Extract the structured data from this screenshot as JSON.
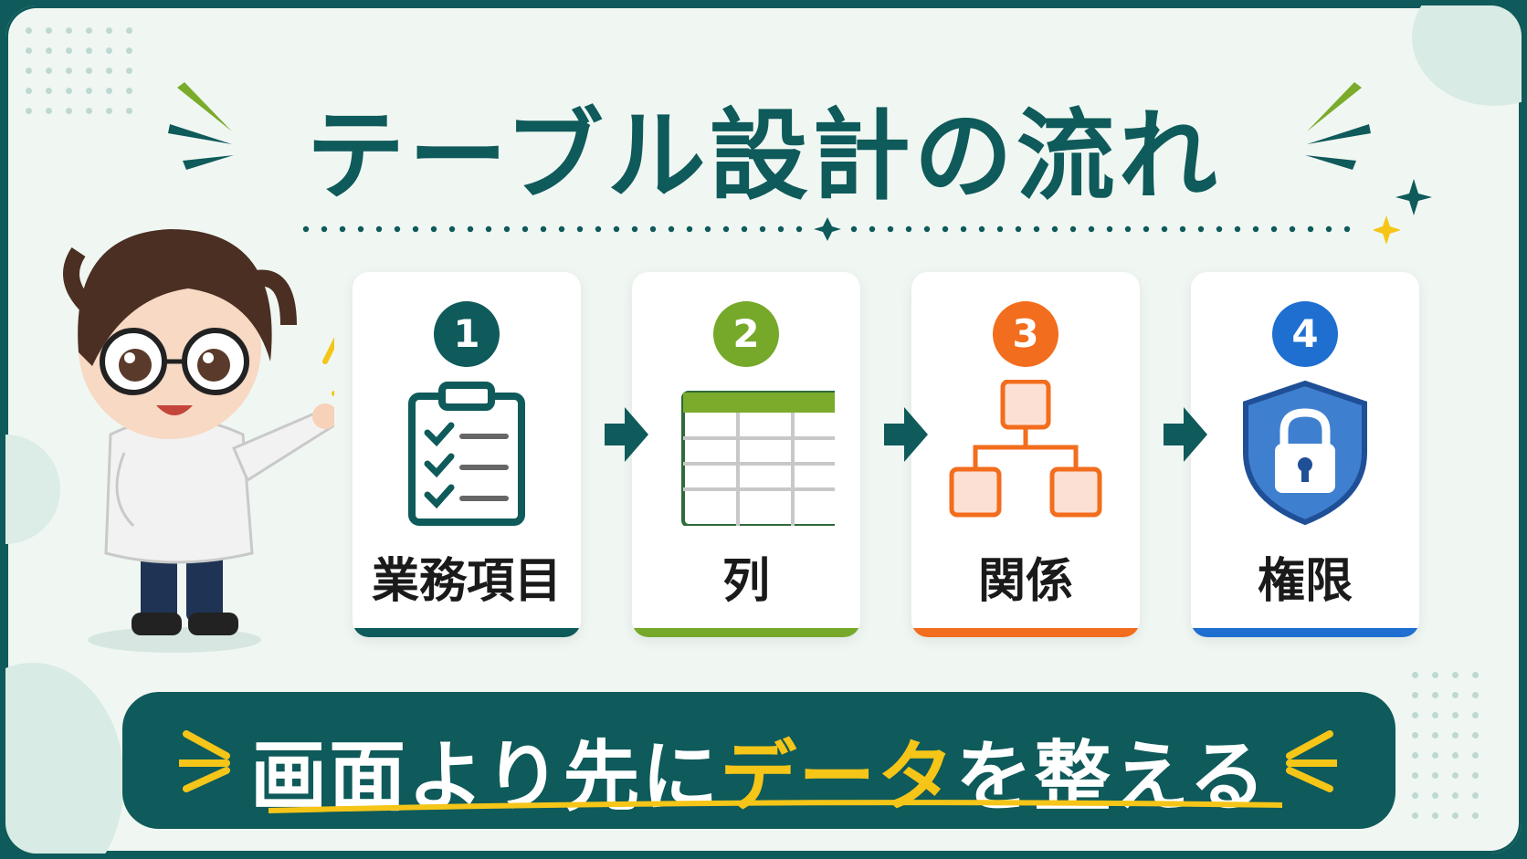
{
  "title": "テーブル設計の流れ",
  "steps": [
    {
      "number": "1",
      "label": "業務項目",
      "icon": "clipboard-checklist-icon",
      "color": "#0f5a5a"
    },
    {
      "number": "2",
      "label": "列",
      "icon": "table-grid-icon",
      "color": "#76a82a"
    },
    {
      "number": "3",
      "label": "関係",
      "icon": "hierarchy-diagram-icon",
      "color": "#f26d1d"
    },
    {
      "number": "4",
      "label": "権限",
      "icon": "shield-lock-icon",
      "color": "#1e6fd0"
    }
  ],
  "banner": {
    "part1": "画面より先に",
    "highlight": "データ",
    "part2": "を整える"
  },
  "colors": {
    "primary": "#0f5a5a",
    "highlight": "#f5c518",
    "accent_green": "#7aab2a",
    "background": "#f0f7f3"
  }
}
